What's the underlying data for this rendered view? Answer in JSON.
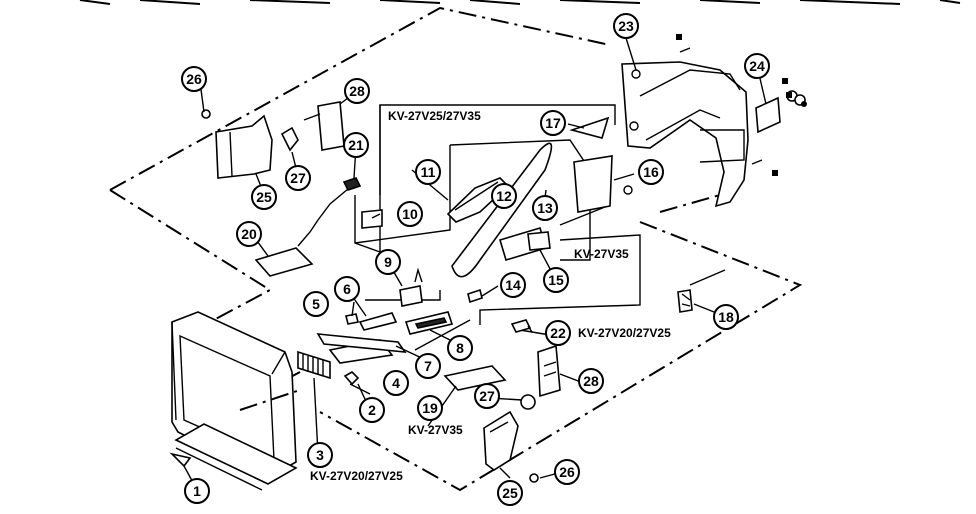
{
  "diagram": {
    "callouts": [
      {
        "id": "c1",
        "text": "1"
      },
      {
        "id": "c2",
        "text": "2"
      },
      {
        "id": "c3",
        "text": "3"
      },
      {
        "id": "c4",
        "text": "4"
      },
      {
        "id": "c5",
        "text": "5"
      },
      {
        "id": "c6",
        "text": "6"
      },
      {
        "id": "c7",
        "text": "7"
      },
      {
        "id": "c8",
        "text": "8"
      },
      {
        "id": "c9",
        "text": "9"
      },
      {
        "id": "c10",
        "text": "10"
      },
      {
        "id": "c11",
        "text": "11"
      },
      {
        "id": "c12",
        "text": "12"
      },
      {
        "id": "c13",
        "text": "13"
      },
      {
        "id": "c14",
        "text": "14"
      },
      {
        "id": "c15",
        "text": "15"
      },
      {
        "id": "c16",
        "text": "16"
      },
      {
        "id": "c17",
        "text": "17"
      },
      {
        "id": "c18",
        "text": "18"
      },
      {
        "id": "c19",
        "text": "19"
      },
      {
        "id": "c20",
        "text": "20"
      },
      {
        "id": "c21",
        "text": "21"
      },
      {
        "id": "c22",
        "text": "22"
      },
      {
        "id": "c23",
        "text": "23"
      },
      {
        "id": "c24",
        "text": "24"
      },
      {
        "id": "c25a",
        "text": "25"
      },
      {
        "id": "c25b",
        "text": "25"
      },
      {
        "id": "c26a",
        "text": "26"
      },
      {
        "id": "c26b",
        "text": "26"
      },
      {
        "id": "c27a",
        "text": "27"
      },
      {
        "id": "c27b",
        "text": "27"
      },
      {
        "id": "c28a",
        "text": "28"
      },
      {
        "id": "c28b",
        "text": "28"
      }
    ],
    "labels": {
      "model_top": "KV-27V25/27V35",
      "model_kv27v35_right": "KV-27V35",
      "model_kv27v20_27v25_right": "KV-27V20/27V25",
      "model_kv27v35_bottom": "KV-27V35",
      "model_kv27v20_27v25_bottom": "KV-27V20/27V25"
    }
  }
}
